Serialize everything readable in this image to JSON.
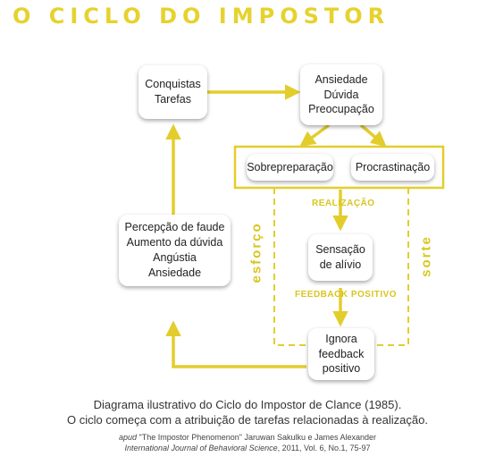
{
  "title": "O CICLO DO IMPOSTOR",
  "colors": {
    "accent": "#e6d22e",
    "line": "#e3cd2c",
    "box_bg": "#ffffff",
    "text": "#222222"
  },
  "nodes": {
    "conquistas": [
      "Conquistas",
      "Tarefas"
    ],
    "ansiedade": [
      "Ansiedade",
      "Dúvida",
      "Preocupação"
    ],
    "sobrepreparacao": [
      "Sobrepreparação"
    ],
    "procrastinacao": [
      "Procrastinação"
    ],
    "sensacao": [
      "Sensação",
      "de alívio"
    ],
    "ignora": [
      "Ignora",
      "feedback",
      "positivo"
    ],
    "percepcao": [
      "Percepção de faude",
      "Aumento da dúvida",
      "Angústia",
      "Ansiedade"
    ]
  },
  "labels": {
    "realizacao": "REALIZAÇÃO",
    "feedback": "FEEDBACK POSITIVO",
    "esforco": "esforço",
    "sorte": "sorte"
  },
  "caption": {
    "line1": "Diagrama ilustrativo do Ciclo do Impostor de Clance (1985).",
    "line2": "O ciclo começa com a atribuição de tarefas relacionadas à realização."
  },
  "source": {
    "apud": "apud",
    "line1_rest": "\"The Impostor Phenomenon\" Jaruwan Sakulku e James Alexander",
    "journal": "International Journal of Behavioral Science",
    "line2_rest": ", 2011, Vol.  6, No.1, 75-97"
  }
}
